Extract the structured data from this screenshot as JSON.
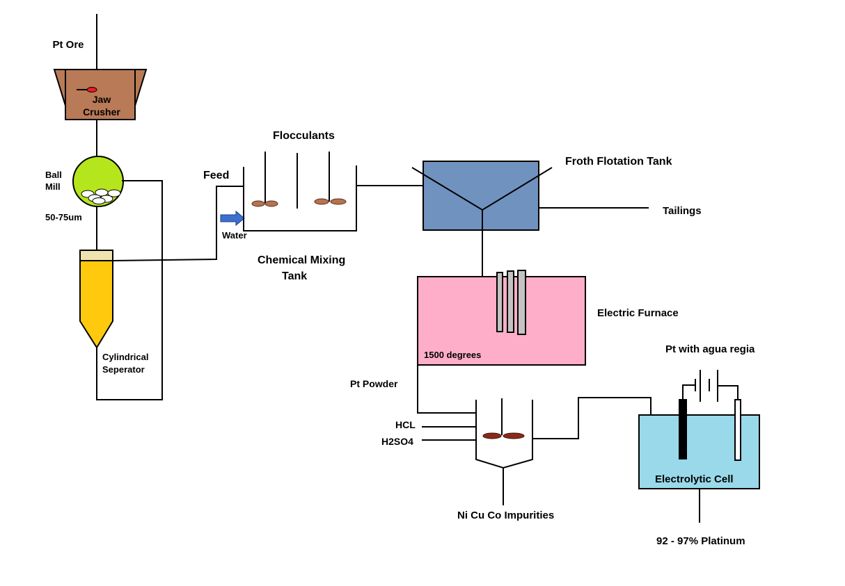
{
  "labels": {
    "pt_ore": "Pt Ore",
    "jaw_crusher_line1": "Jaw",
    "jaw_crusher_line2": "Crusher",
    "ball_mill_line1": "Ball",
    "ball_mill_line2": "Mill",
    "particle_size": "50-75um",
    "cylindrical_separator_line1": "Cylindrical",
    "cylindrical_separator_line2": "Seperator",
    "feed": "Feed",
    "water": "Water",
    "flocculants": "Flocculants",
    "chemical_mixing_tank_line1": "Chemical Mixing",
    "chemical_mixing_tank_line2": "Tank",
    "froth_flotation_tank": "Froth Flotation Tank",
    "tailings": "Tailings",
    "electric_furnace": "Electric Furnace",
    "furnace_temperature": "1500 degrees",
    "pt_powder": "Pt Powder",
    "hcl": "HCL",
    "h2so4": "H2SO4",
    "impurities": "Ni Cu Co Impurities",
    "pt_with_aqua_regia": "Pt with agua regia",
    "electrolytic_cell": "Electrolytic Cell",
    "output_platinum": "92 - 97% Platinum"
  },
  "colors": {
    "jaw_crusher": "#b97a57",
    "ball_mill": "#b5e61d",
    "separator_body": "#ffc90e",
    "separator_cap": "#efe4b0",
    "flotation_tank": "#7092be",
    "electric_furnace": "#ffaec9",
    "electrolytic_cell": "#99d9ea",
    "impeller": "#b5734f",
    "water_arrow": "#3f6fcc"
  }
}
